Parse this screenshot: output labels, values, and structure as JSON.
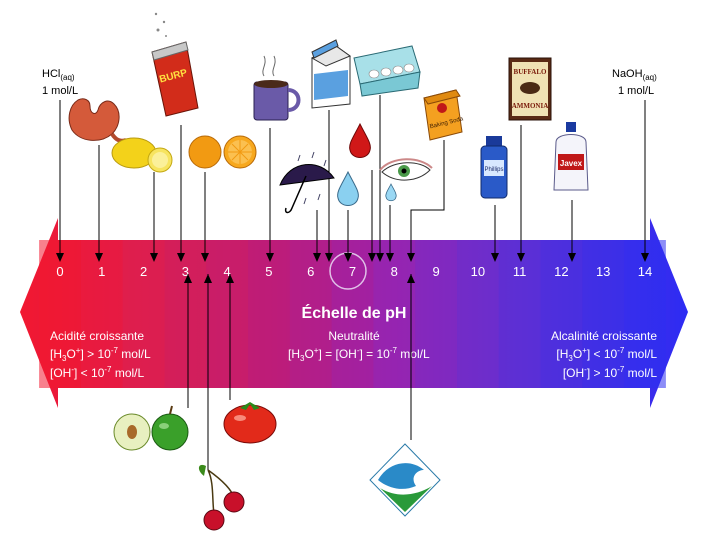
{
  "scale": {
    "title": "Échelle de pH",
    "ticks": [
      "0",
      "1",
      "2",
      "3",
      "4",
      "5",
      "6",
      "7",
      "8",
      "9",
      "10",
      "11",
      "12",
      "13",
      "14"
    ],
    "colors": [
      "#f21830",
      "#ec1c3c",
      "#e0204c",
      "#d4205a",
      "#c81e6a",
      "#bc1c7a",
      "#b01e8a",
      "#a020a2",
      "#9028b8",
      "#7a2cc6",
      "#6630d0",
      "#5232d8",
      "#4232e2",
      "#3432ea",
      "#2e30f0"
    ]
  },
  "acid_end": {
    "formula": "HCl",
    "sub": "(aq)",
    "conc": "1 mol/L"
  },
  "base_end": {
    "formula": "NaOH",
    "sub": "(aq)",
    "conc": "1 mol/L"
  },
  "acid": {
    "title": "Acidité croissante",
    "h_pre": "[H",
    "h_sub": "3",
    "h_mid": "O",
    "h_sup": "+",
    "h_op": "] > 10",
    "h_exp": "-7",
    "h_unit": " mol/L",
    "oh_pre": "[OH",
    "oh_sup": "-",
    "oh_op": "] < 10",
    "oh_exp": "-7",
    "oh_unit": " mol/L"
  },
  "neutral": {
    "title": "Neutralité",
    "h_pre": "[H",
    "h_sub": "3",
    "h_mid": "O",
    "h_sup": "+",
    "h_op": "] = [OH",
    "h_sup2": "-",
    "h_eq": "] = 10",
    "h_exp": "-7",
    "h_unit": " mol/L"
  },
  "base": {
    "title": "Alcalinité croissante",
    "h_pre": "[H",
    "h_sub": "3",
    "h_mid": "O",
    "h_sup": "+",
    "h_op": "] < 10",
    "h_exp": "-7",
    "h_unit": " mol/L",
    "oh_pre": "[OH",
    "oh_sup": "-",
    "oh_op": "] > 10",
    "oh_exp": "-7",
    "oh_unit": " mol/L"
  },
  "can_label": "BURP",
  "buffalo_top": "BUFFALO",
  "buffalo_bottom": "AMMONIA",
  "javex_label": "Javex",
  "phillips_label": "Phillips",
  "soda_label": "Baking Soda"
}
